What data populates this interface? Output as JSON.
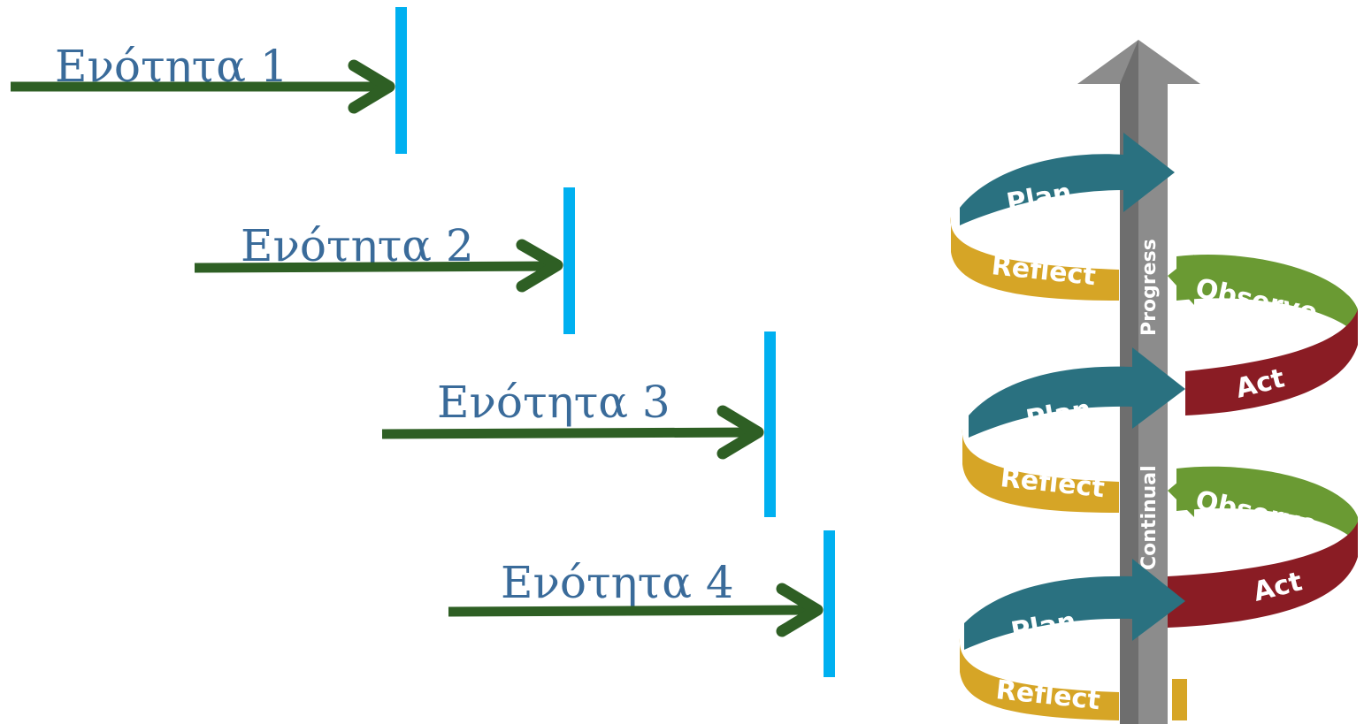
{
  "units": [
    {
      "label": "Ενότητα 1"
    },
    {
      "label": "Ενότητα 2"
    },
    {
      "label": "Ενότητα 3"
    },
    {
      "label": "Ενότητα 4"
    }
  ],
  "spiral": {
    "cycles": [
      {
        "plan": "Plan",
        "reflect": "Reflect",
        "observe": "Observe",
        "act": "Act"
      },
      {
        "plan": "Plan",
        "reflect": "Reflect",
        "observe": "Observe",
        "act": "Act"
      },
      {
        "plan": "Plan",
        "reflect": "Reflect"
      }
    ],
    "pole_words": [
      "Progress",
      "Continual"
    ]
  },
  "colors": {
    "unit_arrow": "#2e5f24",
    "unit_marker": "#00b0f0",
    "unit_text": "#3a6b9a",
    "plan": "#2a7180",
    "reflect": "#d6a526",
    "observe": "#6a9a33",
    "act": "#8a1c24",
    "pole": "#8c8c8c"
  }
}
